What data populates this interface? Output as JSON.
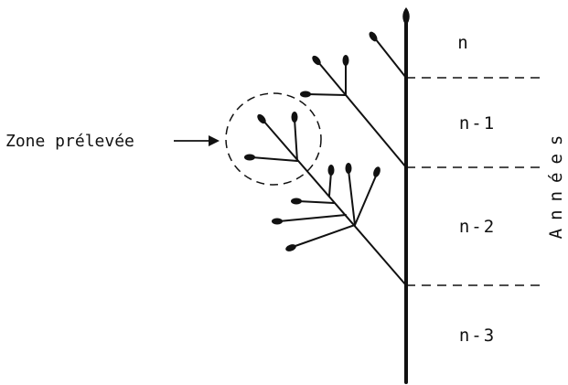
{
  "labels": {
    "year_n": "n",
    "year_n1": "n-1",
    "year_n2": "n-2",
    "year_n3": "n-3",
    "zone": "Zone prélevée",
    "axis": "Années"
  }
}
